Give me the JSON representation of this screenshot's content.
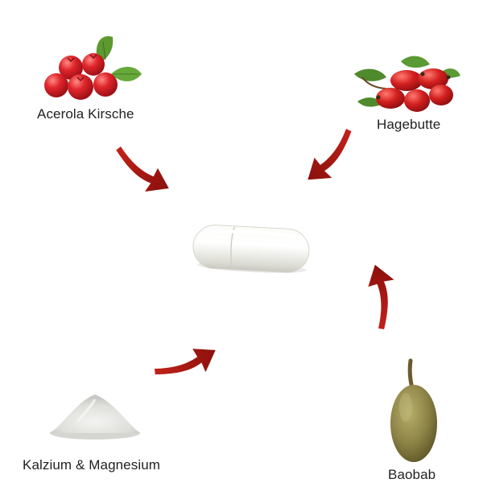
{
  "ingredients": [
    {
      "id": "acerola",
      "label": "Acerola Kirsche",
      "icon": "acerola-cherry-icon"
    },
    {
      "id": "hagebutte",
      "label": "Hagebutte",
      "icon": "rosehip-icon"
    },
    {
      "id": "kalzium",
      "label": "Kalzium & Magnesium",
      "icon": "powder-pile-icon"
    },
    {
      "id": "baobab",
      "label": "Baobab",
      "icon": "baobab-fruit-icon"
    }
  ],
  "center": {
    "icon": "capsule-icon"
  },
  "colors": {
    "arrow": "#b01a14",
    "arrow_dark": "#7d0e0a",
    "berry": "#d8232a",
    "leaf": "#5f9a33",
    "capsule": "#efefe9",
    "powder": "#e4e4e2",
    "baobab": "#8d8445",
    "text": "#222222"
  }
}
